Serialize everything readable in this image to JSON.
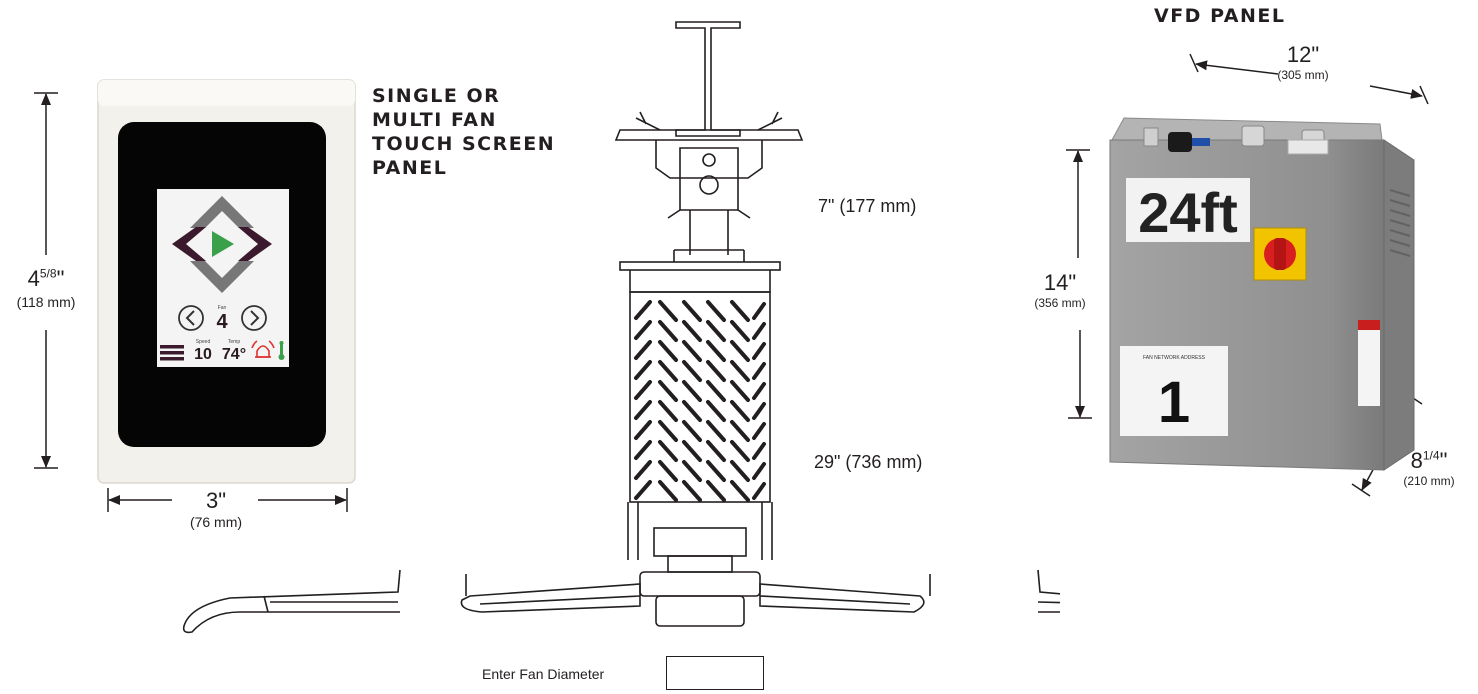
{
  "touch_panel": {
    "heading_lines": [
      "SINGLE OR",
      "MULTI FAN",
      "TOUCH SCREEN",
      "PANEL"
    ],
    "height_whole": "4",
    "height_frac": "5/8",
    "height_mark": "\"",
    "height_mm": "(118 mm)",
    "width_in": "3\"",
    "width_mm": "(76 mm)",
    "screen": {
      "fan_label": "Fan",
      "fan_number": "4",
      "speed_label": "Speed",
      "speed_value": "10",
      "temp_label": "Temp",
      "temp_value": "74°",
      "play_color": "#3aa14a",
      "arrow_color": "#777777",
      "dark_arrow_color": "#3a1a2c",
      "alarm_color": "#e03030",
      "status_color": "#3aa14a",
      "icons": [
        "menu-icon",
        "play-icon",
        "chevron-left-icon",
        "chevron-right-icon",
        "bell-icon",
        "thermometer-icon"
      ]
    }
  },
  "fan": {
    "dim_top": "7\" (177 mm)",
    "dim_body": "29\" (736 mm)",
    "diameter_label": "Enter Fan Diameter",
    "diameter_value": ""
  },
  "vfd_panel": {
    "heading": "VFD PANEL",
    "width_in": "12\"",
    "width_mm": "(305 mm)",
    "height_in": "14\"",
    "height_mm": "(356 mm)",
    "depth_whole": "8",
    "depth_frac": "1/4",
    "depth_mark": "\"",
    "depth_mm": "(210 mm)",
    "size_label": "24ft",
    "network_label": "FAN NETWORK ADDRESS",
    "network_number": "1",
    "box_color": "#9a9a9a",
    "switch_base_color": "#f2c400",
    "switch_knob_color": "#d81e1e",
    "connector_color": "#1f4fa8"
  }
}
